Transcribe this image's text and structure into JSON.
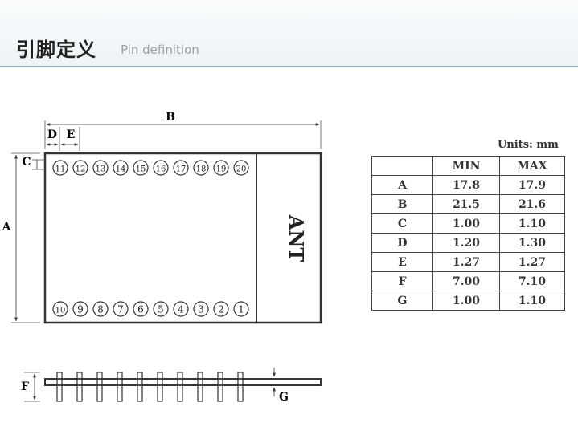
{
  "header": {
    "title": "引脚定义",
    "subtitle": "Pin definition"
  },
  "diagram": {
    "dimension_labels": {
      "A": "A",
      "B": "B",
      "C": "C",
      "D": "D",
      "E": "E",
      "F": "F",
      "G": "G"
    },
    "antenna_label": "ANT",
    "top_pins": [
      "11",
      "12",
      "13",
      "14",
      "15",
      "16",
      "17",
      "18",
      "19",
      "20"
    ],
    "bottom_pins": [
      "10",
      "9",
      "8",
      "7",
      "6",
      "5",
      "4",
      "3",
      "2",
      "1"
    ]
  },
  "table": {
    "units_label": "Units: mm",
    "headers": [
      "",
      "MIN",
      "MAX"
    ],
    "rows": [
      {
        "dim": "A",
        "min": "17.8",
        "max": "17.9"
      },
      {
        "dim": "B",
        "min": "21.5",
        "max": "21.6"
      },
      {
        "dim": "C",
        "min": "1.00",
        "max": "1.10"
      },
      {
        "dim": "D",
        "min": "1.20",
        "max": "1.30"
      },
      {
        "dim": "E",
        "min": "1.27",
        "max": "1.27"
      },
      {
        "dim": "F",
        "min": "7.00",
        "max": "7.10"
      },
      {
        "dim": "G",
        "min": "1.00",
        "max": "1.10"
      }
    ]
  }
}
